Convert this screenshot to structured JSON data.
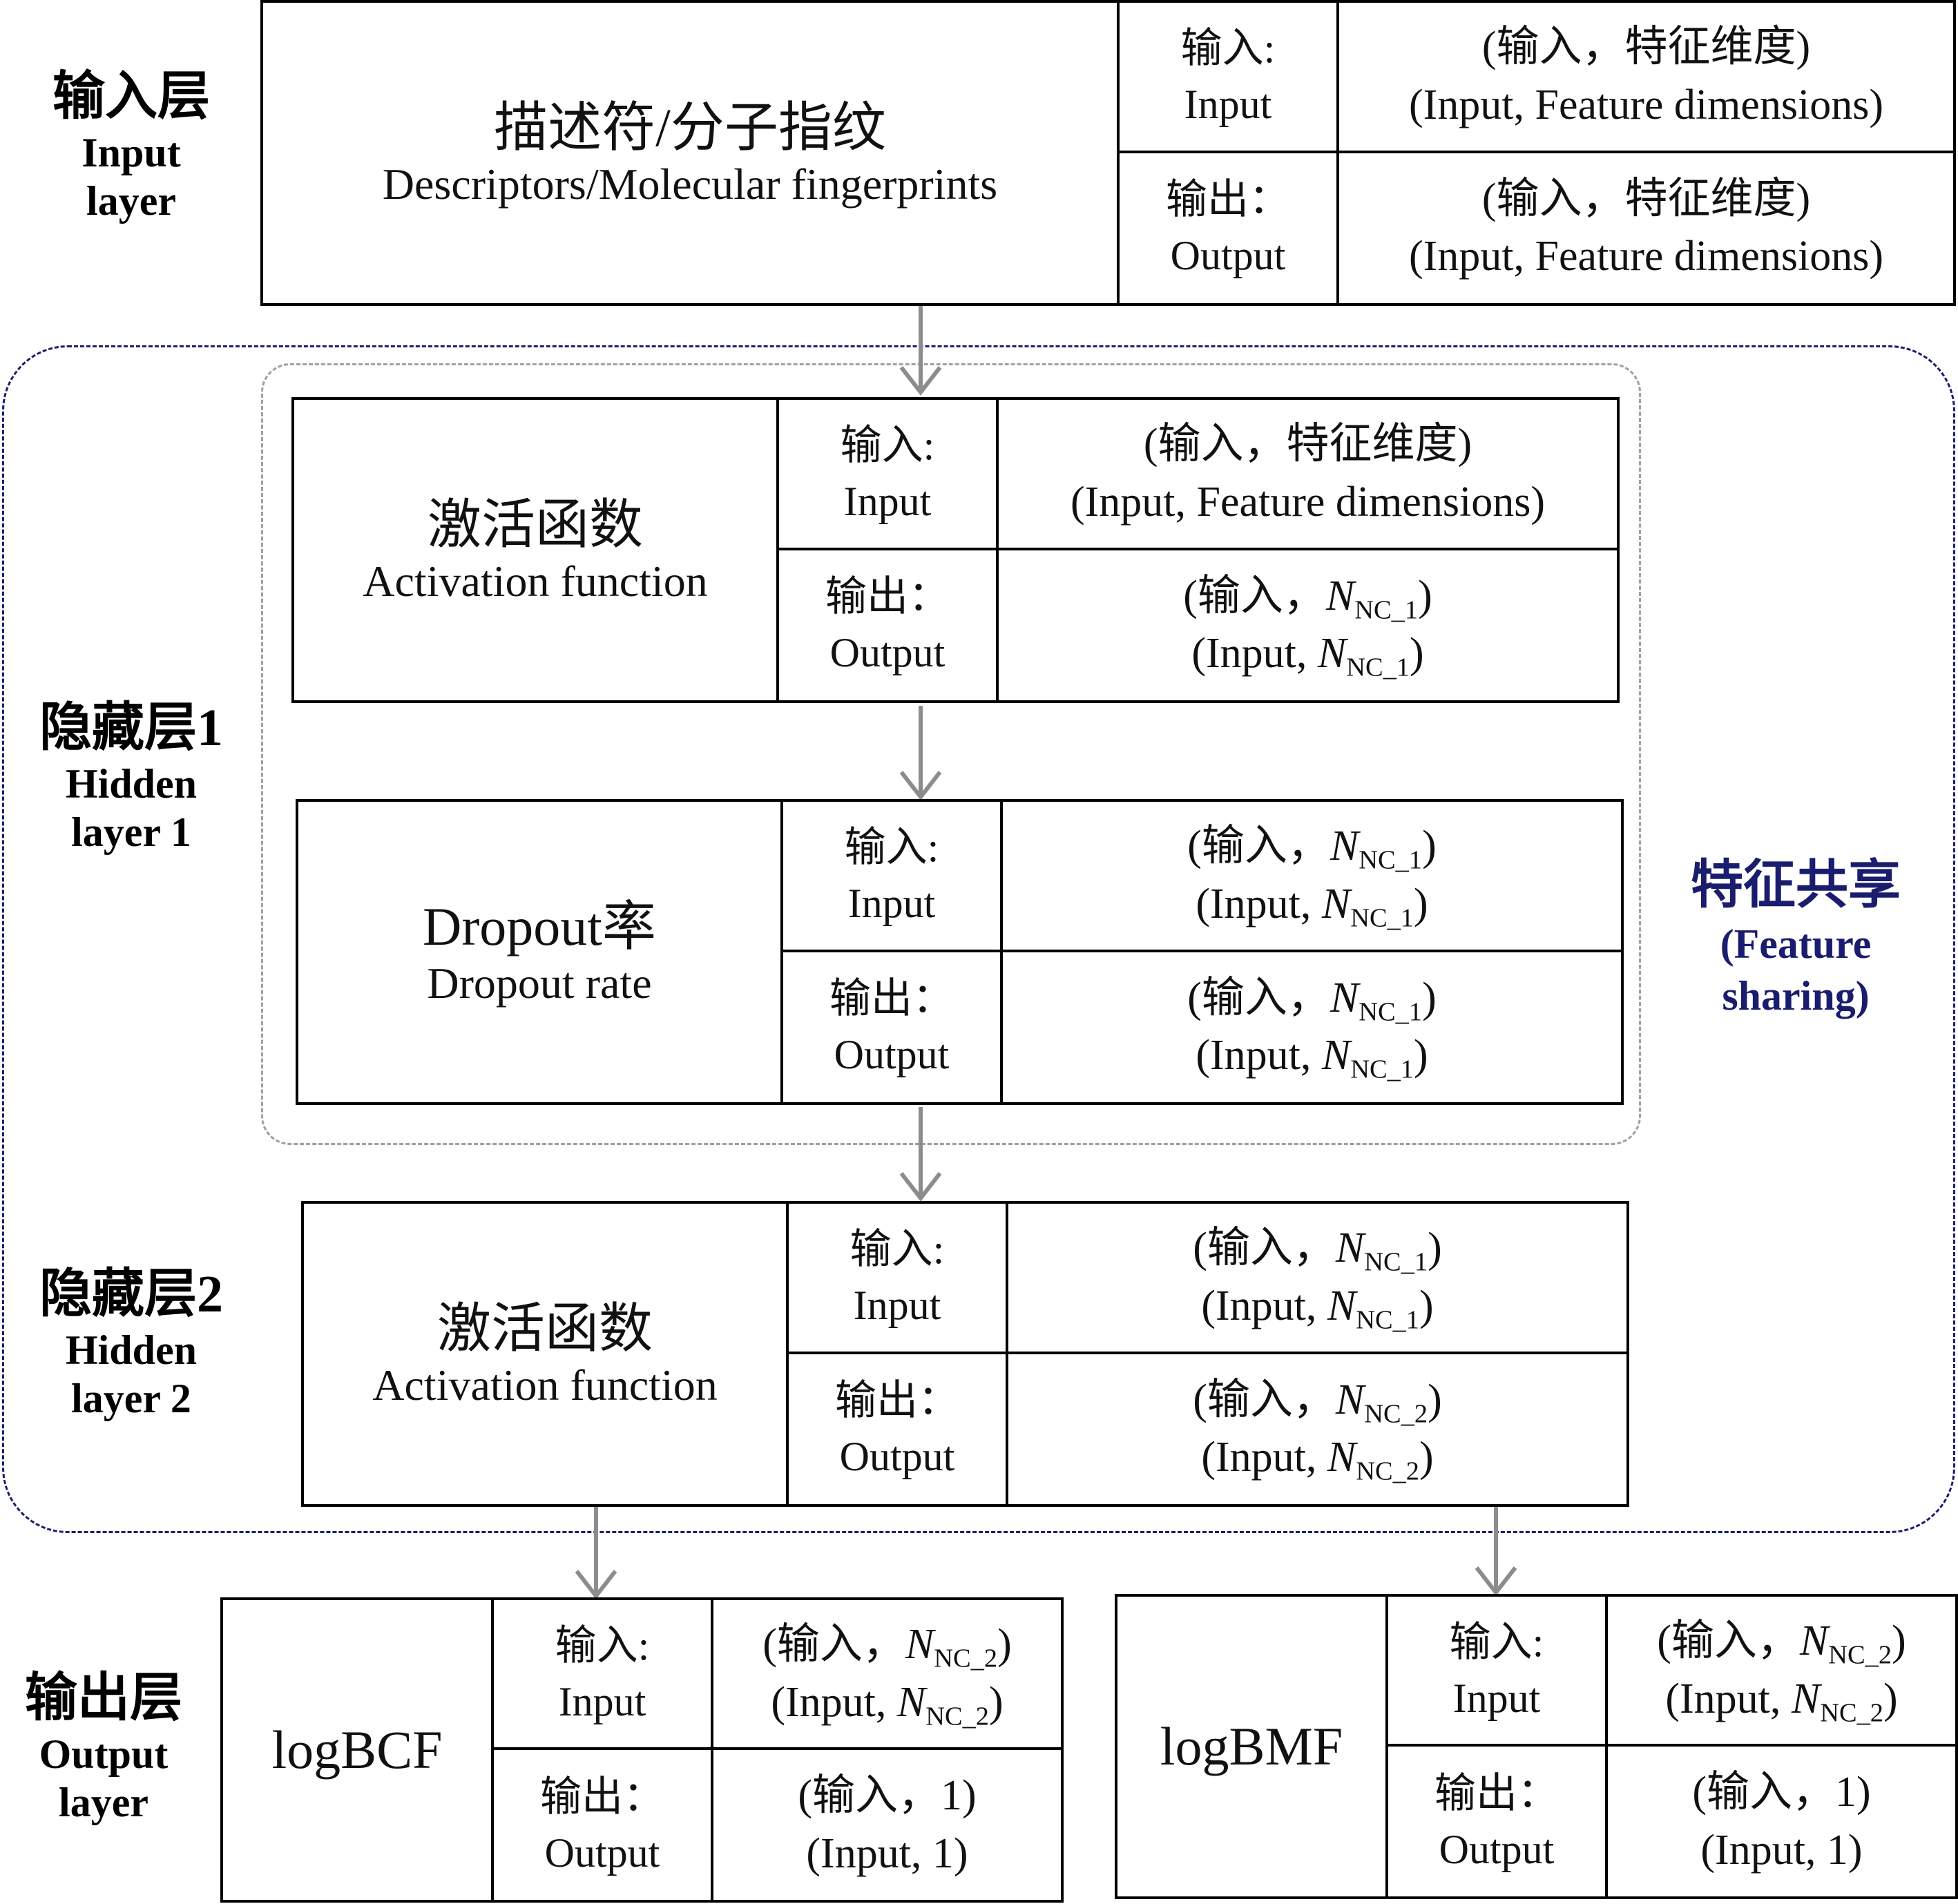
{
  "layers": {
    "input": {
      "zh": "输入层",
      "en1": "Input",
      "en2": "layer"
    },
    "hidden1": {
      "zh": "隐藏层1",
      "en1": "Hidden",
      "en2": "layer 1"
    },
    "hidden2": {
      "zh": "隐藏层2",
      "en1": "Hidden",
      "en2": "layer 2"
    },
    "output": {
      "zh": "输出层",
      "en1": "Output",
      "en2": "layer"
    }
  },
  "io_labels": {
    "input_zh": "输入:",
    "input_en": "Input",
    "output_zh": "输出：",
    "output_en": "Output"
  },
  "blocks": {
    "descriptors": {
      "name_zh": "描述符/分子指纹",
      "name_en": "Descriptors/Molecular fingerprints",
      "in_zh": "(输入，特征维度)",
      "in_en": "(Input, Feature dimensions)",
      "out_zh": "(输入，特征维度)",
      "out_en": "(Input, Feature dimensions)"
    },
    "activation1": {
      "name_zh": "激活函数",
      "name_en": "Activation function",
      "in_zh": "(输入，特征维度)",
      "in_en": "(Input, Feature dimensions)",
      "out_zh_pre": "(输入，",
      "out_en_pre": "(Input, ",
      "out_var": "N",
      "out_sub": "NC_1",
      "close": ")"
    },
    "dropout": {
      "name_zh": "Dropout率",
      "name_en": "Dropout rate",
      "zh_pre": "(输入，",
      "en_pre": "(Input, ",
      "var": "N",
      "in_sub": "NC_1",
      "out_sub": "NC_1",
      "close": ")"
    },
    "activation2": {
      "name_zh": "激活函数",
      "name_en": "Activation function",
      "zh_pre": "(输入，",
      "en_pre": "(Input, ",
      "var": "N",
      "in_sub": "NC_1",
      "out_sub": "NC_2",
      "close": ")"
    },
    "logbcf": {
      "name": "logBCF",
      "zh_pre": "(输入，",
      "en_pre": "(Input, ",
      "var": "N",
      "in_sub": "NC_2",
      "close": ")",
      "out_zh": "(输入，1)",
      "out_en": "(Input, 1)"
    },
    "logbmf": {
      "name": "logBMF",
      "zh_pre": "(输入，",
      "en_pre": "(Input, ",
      "var": "N",
      "in_sub": "NC_2",
      "close": ")",
      "out_zh": "(输入，1)",
      "out_en": "(Input, 1)"
    }
  },
  "feature_sharing": {
    "zh": "特征共享",
    "en1": "(Feature",
    "en2": "sharing)"
  },
  "colors": {
    "navy": "#1a1d6e",
    "arrow": "#8c8c8c",
    "dash_gray": "#a0a0a0"
  }
}
